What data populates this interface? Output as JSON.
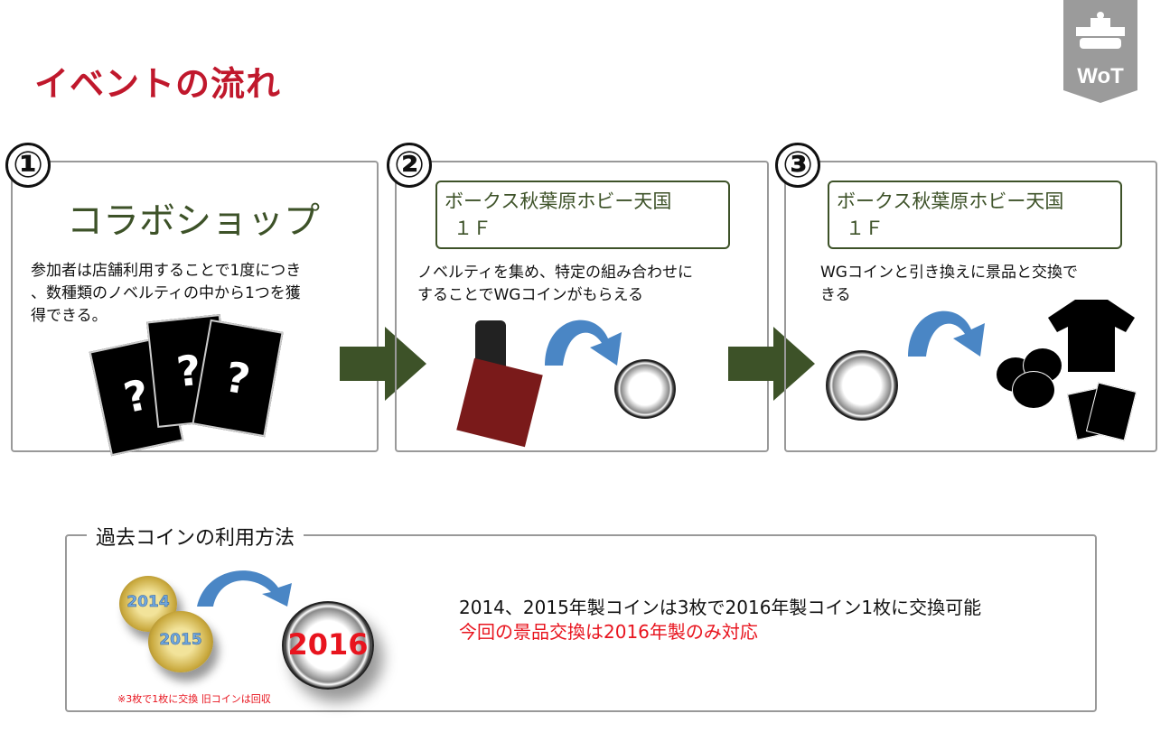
{
  "title": "イベントの流れ",
  "logo": {
    "text": "WoT",
    "icon": "tank-icon"
  },
  "steps": [
    {
      "number": "①",
      "heading": "コラボショップ",
      "description_lines": [
        "参加者は店舗利用することで1度につき",
        "、数種類のノベルティの中から1つを獲",
        "得できる。"
      ],
      "card_mark": "?"
    },
    {
      "number": "②",
      "location_lines": [
        "ボークス秋葉原ホビー天国",
        "１Ｆ"
      ],
      "description_lines": [
        "ノベルティを集め、特定の組み合わせに",
        "することでWGコインがもらえる"
      ]
    },
    {
      "number": "③",
      "location_lines": [
        "ボークス秋葉原ホビー天国",
        "１Ｆ"
      ],
      "description_lines": [
        "WGコインと引き換えに景品と交換で",
        "きる"
      ]
    }
  ],
  "past_coins": {
    "heading": "過去コインの利用方法",
    "coin_labels": [
      "2014",
      "2015",
      "2016"
    ],
    "note": "※3枚で1枚に交換 旧コインは回収",
    "line1": "2014、2015年製コインは3枚で2016年製コイン1枚に交換可能",
    "line2": "今回の景品交換は2016年製のみ対応"
  },
  "colors": {
    "title": "#c0182c",
    "arrow": "#3d5228",
    "curve": "#4a86c5",
    "highlight": "#e8141e"
  }
}
